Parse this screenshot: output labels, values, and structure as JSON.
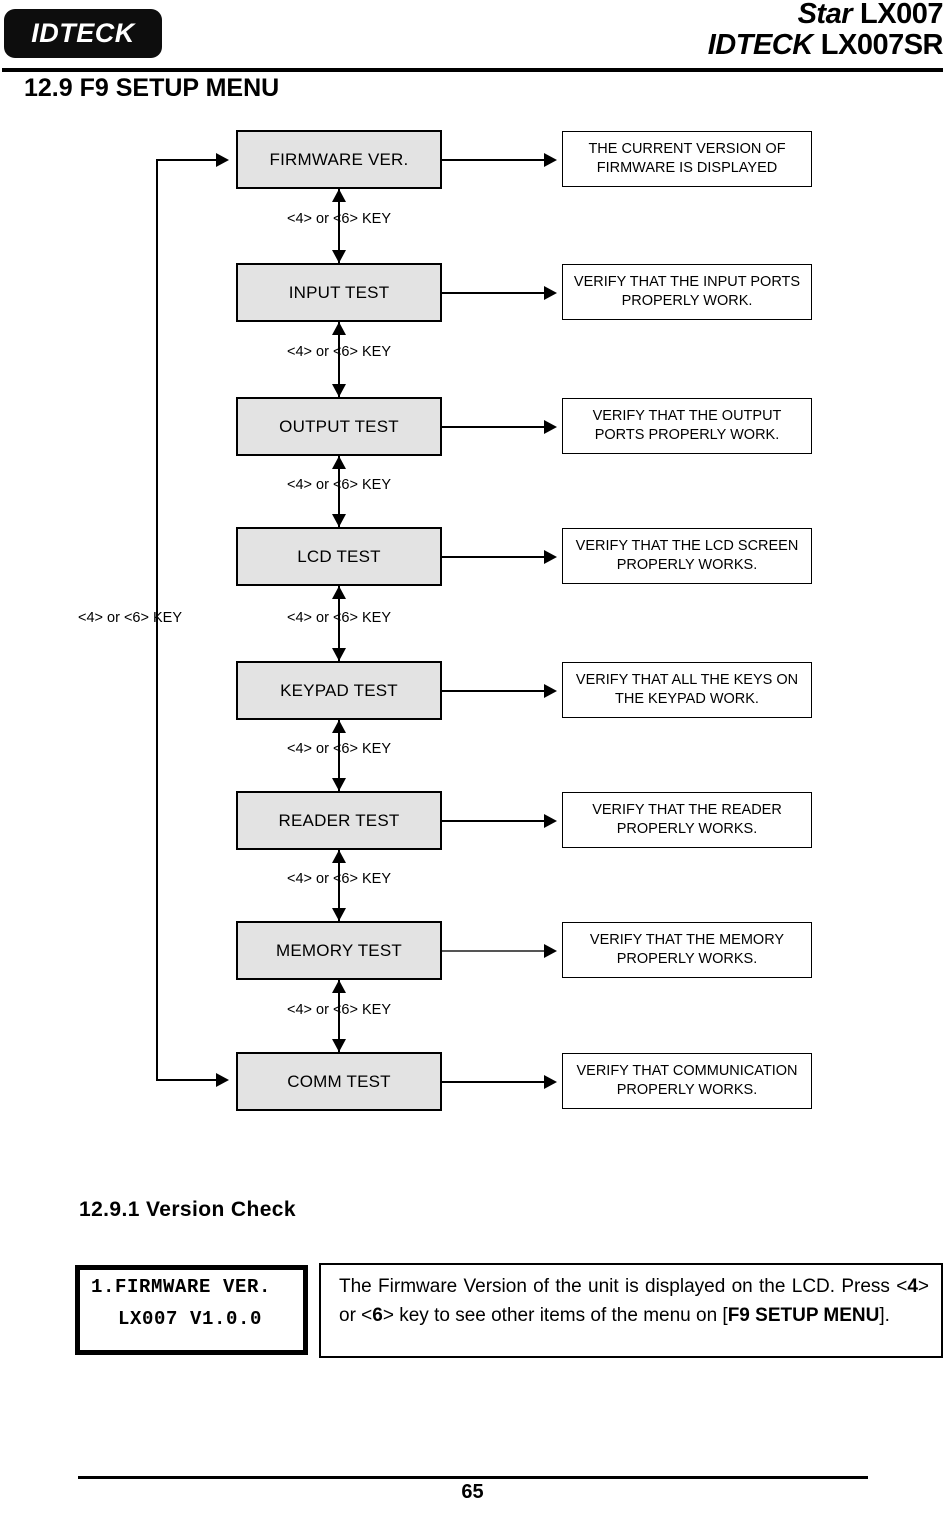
{
  "header": {
    "logo_text": "IDTECK",
    "brand_line_1_mark": "Star",
    "brand_line_1_model": "LX007",
    "brand_line_2_mark": "IDTECK",
    "brand_line_2_model": "LX007SR"
  },
  "section": {
    "title": "12.9 F9 SETUP MENU",
    "subsection_title": "12.9.1 Version Check"
  },
  "flowchart": {
    "key_label": "<4> or <6> KEY",
    "loop_key_label": "<4> or <6> KEY",
    "steps": [
      {
        "name": "FIRMWARE VER.",
        "description": "THE CURRENT VERSION OF FIRMWARE IS DISPLAYED"
      },
      {
        "name": "INPUT TEST",
        "description": "VERIFY THAT THE INPUT PORTS PROPERLY WORK."
      },
      {
        "name": "OUTPUT TEST",
        "description": "VERIFY THAT THE OUTPUT PORTS PROPERLY WORK."
      },
      {
        "name": "LCD TEST",
        "description": "VERIFY THAT THE LCD SCREEN PROPERLY WORKS."
      },
      {
        "name": "KEYPAD TEST",
        "description": "VERIFY THAT ALL THE KEYS ON THE KEYPAD WORK."
      },
      {
        "name": "READER TEST",
        "description": "VERIFY THAT THE READER PROPERLY WORKS."
      },
      {
        "name": "MEMORY TEST",
        "description": "VERIFY THAT THE MEMORY PROPERLY WORKS."
      },
      {
        "name": "COMM TEST",
        "description": "VERIFY THAT COMMUNICATION PROPERLY WORKS."
      }
    ]
  },
  "version_check": {
    "lcd_line_1": "1.FIRMWARE VER.",
    "lcd_line_2": "LX007 V1.0.0",
    "note_part_1": "The Firmware Version of the unit is displayed on the LCD. Press <",
    "note_key_1": "4",
    "note_part_2": "> or <",
    "note_key_2": "6",
    "note_part_3": "> key to see other items of the menu on [",
    "note_emphasis": "F9 SETUP MENU",
    "note_part_4": "]."
  },
  "footer": {
    "page_number": "65"
  }
}
